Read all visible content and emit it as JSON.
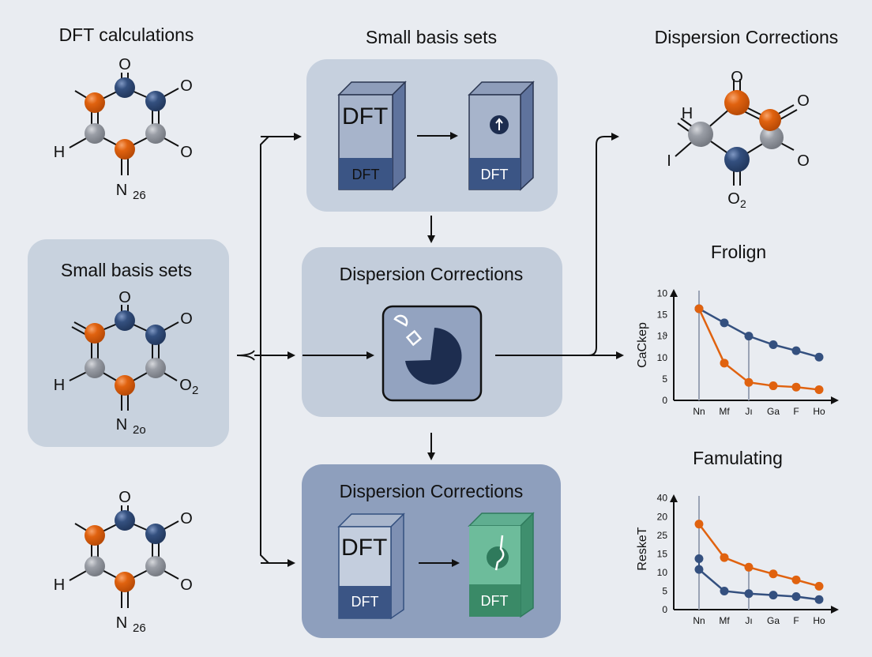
{
  "colors": {
    "background": "#e9ecf1",
    "orange": "#e0620f",
    "blue": "#34507f",
    "gray": "#9a9ea6",
    "green": "#3f8f6e",
    "dark_navy": "#1d2d4f"
  },
  "left": {
    "top_title": "DFT calculations",
    "top_molecule": {
      "labels": [
        "O",
        "O",
        "H",
        "O",
        "N",
        "26"
      ]
    },
    "middle_title": "Small basis sets",
    "middle_molecule": {
      "labels": [
        "O",
        "O",
        "H",
        "O",
        "2",
        "N",
        "2o"
      ]
    },
    "bottom_molecule": {
      "labels": [
        "O",
        "O",
        "H",
        "O",
        "N",
        "26"
      ]
    }
  },
  "center": {
    "top_box": {
      "title": "Small basis sets",
      "block1_big": "DFT",
      "block1_band": "DFT",
      "block2_band": "DFT",
      "block2_icon": "up-arrow-circle-icon"
    },
    "middle_box": {
      "title": "Dispersion Corrections",
      "icon": "pie-chart-icon"
    },
    "bottom_box": {
      "title": "Dispersion Corrections",
      "block1_big": "DFT",
      "block1_band": "DFT",
      "block2_band": "DFT",
      "block2_icon": "squiggle-circle-icon"
    }
  },
  "right": {
    "top_title": "Dispersion Corrections",
    "molecule": {
      "labels": [
        "O",
        "O",
        "H",
        "I",
        "O",
        "O",
        "2"
      ]
    }
  },
  "chart_data": [
    {
      "type": "line",
      "title": "Frolign",
      "ylabel": "CaCkep",
      "xlabel": "",
      "categories": [
        "Nn",
        "Mf",
        "Jı",
        "Ga",
        "F",
        "Ho"
      ],
      "y_tick_labels": [
        "0",
        "5",
        "10",
        "1ϑ",
        "15",
        "10"
      ],
      "y_tick_positions": [
        0,
        5,
        10,
        15,
        20,
        25
      ],
      "ylim": [
        0,
        26
      ],
      "reference_lines_at": [
        "Nn",
        "Jı"
      ],
      "series": [
        {
          "color": "#34507f",
          "values": [
            21.4,
            18.1,
            15,
            13,
            11.6,
            10.1
          ]
        },
        {
          "color": "#e0620f",
          "values": [
            21.4,
            8.7,
            4.2,
            3.4,
            3.1,
            2.5
          ]
        }
      ]
    },
    {
      "type": "line",
      "title": "Famulating",
      "ylabel": "ReskeT",
      "xlabel": "",
      "categories": [
        "Nn",
        "Mf",
        "Jı",
        "Ga",
        "F",
        "Ho"
      ],
      "y_tick_labels": [
        "0",
        "5",
        "10",
        "15",
        "25",
        "20",
        "40"
      ],
      "y_tick_positions": [
        0,
        5,
        10,
        15,
        20,
        25,
        30
      ],
      "ylim": [
        0,
        31
      ],
      "reference_lines_at": [
        "Nn",
        "Jı"
      ],
      "series": [
        {
          "color": "#e0620f",
          "values": [
            23,
            14,
            11.4,
            9.6,
            8,
            6.3
          ]
        },
        {
          "color": "#34507f",
          "values": [
            10.8,
            5,
            4.3,
            3.9,
            3.5,
            2.7
          ]
        }
      ],
      "extra_points": [
        {
          "series": 1,
          "category": "Nn",
          "value": 13.7
        }
      ]
    }
  ]
}
